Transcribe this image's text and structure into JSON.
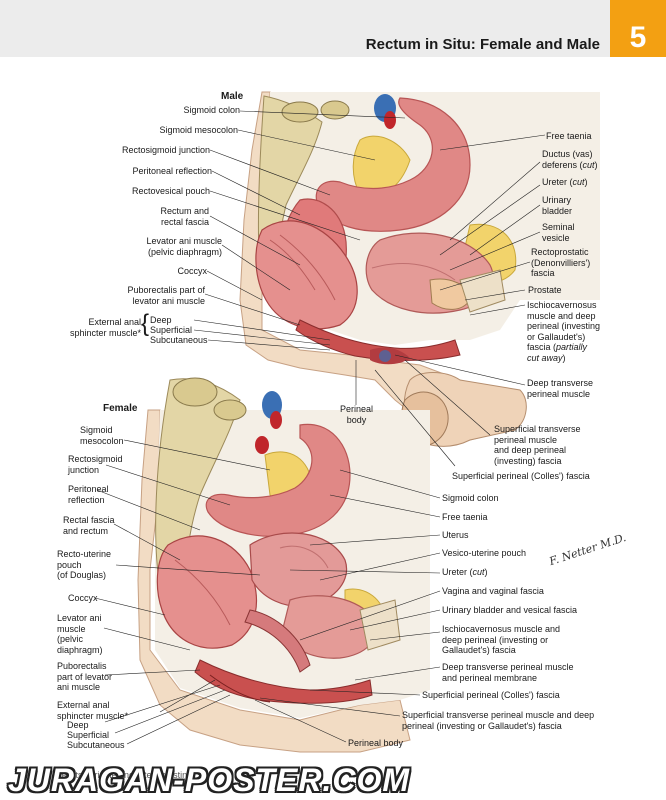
{
  "page": {
    "title": "Rectum in Situ: Female and Male",
    "plate_number": "5",
    "footnote": "*Parts variable and often indistinct",
    "watermark": "JURAGAN-POSTER.COM"
  },
  "male": {
    "heading": "Male",
    "left_labels": {
      "sigmoid_colon": "Sigmoid colon",
      "sigmoid_mesocolon": "Sigmoid mesocolon",
      "rectosigmoid_junction": "Rectosigmoid junction",
      "peritoneal_reflection": "Peritoneal reflection",
      "rectovesical_pouch": "Rectovesical pouch",
      "rectum_line1": "Rectum and",
      "rectum_line2": "rectal fascia",
      "levator_line1": "Levator ani muscle",
      "levator_line2": "(pelvic diaphragm)",
      "coccyx": "Coccyx",
      "puborectalis_line1": "Puborectalis part of",
      "puborectalis_line2": "levator ani muscle",
      "ext_anal_line1": "External anal",
      "ext_anal_line2": "sphincter muscle*",
      "deep": "Deep",
      "superficial": "Superficial",
      "subcutaneous": "Subcutaneous"
    },
    "bottom_labels": {
      "perineal_body_line1": "Perineal",
      "perineal_body_line2": "body",
      "colles": "Superficial perineal (Colles') fascia"
    },
    "right_labels": {
      "free_taenia": "Free taenia",
      "ductus_line1": "Ductus (vas)",
      "ductus_line2a": "deferens (",
      "ductus_cut": "cut",
      "ductus_line2b": ")",
      "ureter_a": "Ureter (",
      "ureter_cut": "cut",
      "ureter_b": ")",
      "bladder_line1": "Urinary",
      "bladder_line2": "bladder",
      "seminal_line1": "Seminal",
      "seminal_line2": "vesicle",
      "rectoprostatic_line1": "Rectoprostatic",
      "rectoprostatic_line2": "(Denonvilliers')",
      "rectoprostatic_line3": "fascia",
      "prostate": "Prostate",
      "ischio_line1": "Ischiocavernosus",
      "ischio_line2": "muscle and deep",
      "ischio_line3": "perineal (investing",
      "ischio_line4": "or Gallaudet's)",
      "ischio_line5a": "fascia (",
      "ischio_line5i": "partially",
      "ischio_line6i": "cut away",
      "ischio_line6b": ")",
      "deep_transverse_line1": "Deep transverse",
      "deep_transverse_line2": "perineal muscle",
      "sup_transverse_line1": "Superficial transverse",
      "sup_transverse_line2": "perineal muscle",
      "sup_transverse_line3": "and deep perineal",
      "sup_transverse_line4": "(investing) fascia"
    }
  },
  "female": {
    "heading": "Female",
    "left_labels": {
      "sigmoid_mesocolon_line1": "Sigmoid",
      "sigmoid_mesocolon_line2": "mesocolon",
      "rectosigmoid_line1": "Rectosigmoid",
      "rectosigmoid_line2": "junction",
      "peritoneal_line1": "Peritoneal",
      "peritoneal_line2": "reflection",
      "rectal_fascia_line1": "Rectal fascia",
      "rectal_fascia_line2": "and rectum",
      "recto_uterine_line1": "Recto-uterine",
      "recto_uterine_line2": "pouch",
      "recto_uterine_line3": "(of Douglas)",
      "coccyx": "Coccyx",
      "levator_line1": "Levator ani",
      "levator_line2": "muscle",
      "levator_line3": "(pelvic",
      "levator_line4": "diaphragm)",
      "puborectalis_line1": "Puborectalis",
      "puborectalis_line2": "part of levator",
      "puborectalis_line3": "ani muscle",
      "ext_anal_line1": "External anal",
      "ext_anal_line2": "sphincter muscle*",
      "deep": "Deep",
      "superficial": "Superficial",
      "subcutaneous": "Subcutaneous"
    },
    "right_labels": {
      "sigmoid_colon": "Sigmoid colon",
      "free_taenia": "Free taenia",
      "uterus": "Uterus",
      "vesico_uterine": "Vesico-uterine pouch",
      "ureter_a": "Ureter (",
      "ureter_cut": "cut",
      "ureter_b": ")",
      "vagina": "Vagina and vaginal fascia",
      "bladder": "Urinary bladder and vesical fascia",
      "ischio_line1": "Ischiocavernosus muscle and",
      "ischio_line2": "deep perineal (investing or",
      "ischio_line3": "Gallaudet's) fascia",
      "deep_transverse_line1": "Deep transverse perineal muscle",
      "deep_transverse_line2": "and perineal membrane",
      "colles": "Superficial perineal (Colles') fascia",
      "sup_transverse_line1": "Superficial transverse perineal muscle and deep",
      "sup_transverse_line2": "perineal (investing or Gallaudet's) fascia",
      "perineal_body": "Perineal body"
    },
    "signature": "F. Netter M.D."
  }
}
